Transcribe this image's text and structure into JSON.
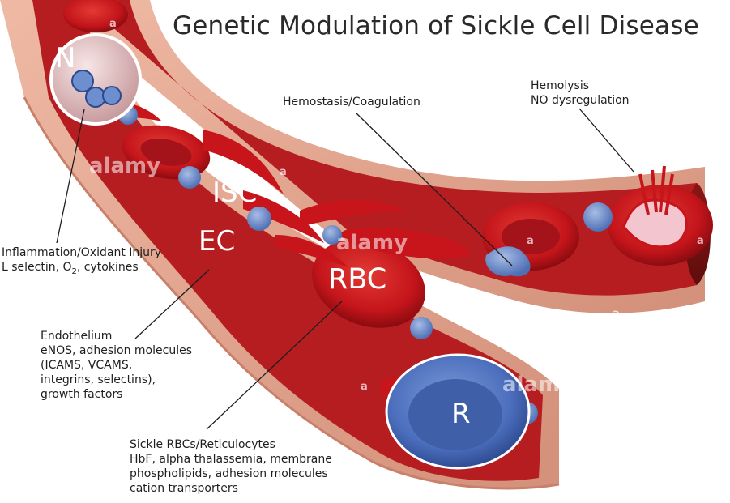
{
  "title": "Genetic Modulation of Sickle Cell Disease",
  "cell_labels": {
    "neutrophil": "N",
    "isc": "ISC",
    "ec": "EC",
    "rbc": "RBC",
    "reticulocyte": "R"
  },
  "callouts": {
    "hemolysis": [
      "Hemolysis",
      "NO dysregulation"
    ],
    "hemostasis": [
      "Hemostasis/Coagulation"
    ],
    "inflammation": [
      "Inflammation/Oxidant Injury",
      "L selectin, O",
      "2",
      ", cytokines"
    ],
    "endothelium": [
      "Endothelium",
      "eNOS, adhesion molecules",
      "(ICAMS, VCAMS,",
      "integrins, selectins),",
      "growth factors"
    ],
    "sickle": [
      "Sickle RBCs/Reticulocytes",
      "HbF, alpha thalassemia, membrane",
      "phospholipids, adhesion molecules",
      "cation transporters"
    ]
  },
  "watermark": {
    "brand": "alamy",
    "mark": "a"
  },
  "colors": {
    "vessel_wall": "#d99a84",
    "lumen": "#c4282a",
    "rbc": "#c8141b",
    "reticulocyte": "#4f74c4",
    "platelet": "#7595cf",
    "neutrophil": "#e9c7c7"
  }
}
